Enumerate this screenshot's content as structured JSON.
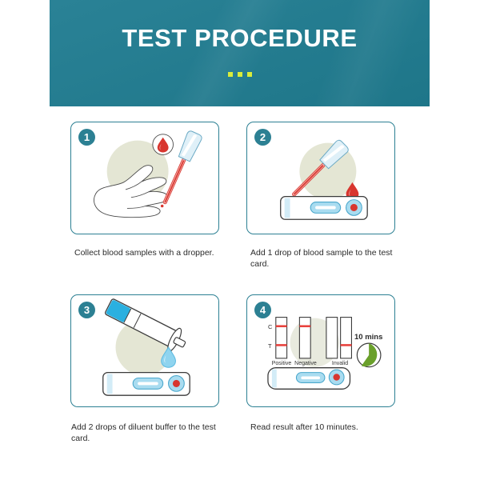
{
  "header": {
    "title": "TEST PROCEDURE",
    "dots_count": 3,
    "dot_color": "#d9ec3a",
    "background_color": "#1f7d91",
    "title_color": "#ffffff"
  },
  "theme": {
    "accent_teal": "#2c8093",
    "card_border": "#2c8093",
    "page_background": "#ffffff",
    "blood_red": "#d8362f",
    "buffer_blue": "#56bfe4",
    "timer_green": "#6aa02b",
    "halo_olive": "#e4e6d4"
  },
  "steps": [
    {
      "number": "1",
      "caption": "Collect blood samples with a dropper.",
      "illustration": "hand-with-dropper-and-blood-drop"
    },
    {
      "number": "2",
      "caption": "Add 1 drop of blood sample to the test card.",
      "illustration": "dropper-adding-blood-to-test-cassette"
    },
    {
      "number": "3",
      "caption": "Add 2 drops of diluent buffer to the test card.",
      "illustration": "buffer-bottle-dropping-onto-test-cassette"
    },
    {
      "number": "4",
      "caption": "Read result after 10 minutes.",
      "illustration": "result-interpretation-strips-with-timer"
    }
  ],
  "result_guide": {
    "line_labels": [
      "C",
      "T"
    ],
    "strips": [
      {
        "name": "Positive",
        "lines": [
          "C",
          "T"
        ]
      },
      {
        "name": "Negative",
        "lines": [
          "C"
        ]
      },
      {
        "name": "Invalid",
        "lines": []
      },
      {
        "name": "Invalid",
        "lines": [
          "T"
        ]
      }
    ],
    "strip_group_names": [
      "Positive",
      "Negative",
      "Invalid"
    ],
    "timer_text": "10 mins",
    "timer_fill_fraction": 0.72
  }
}
